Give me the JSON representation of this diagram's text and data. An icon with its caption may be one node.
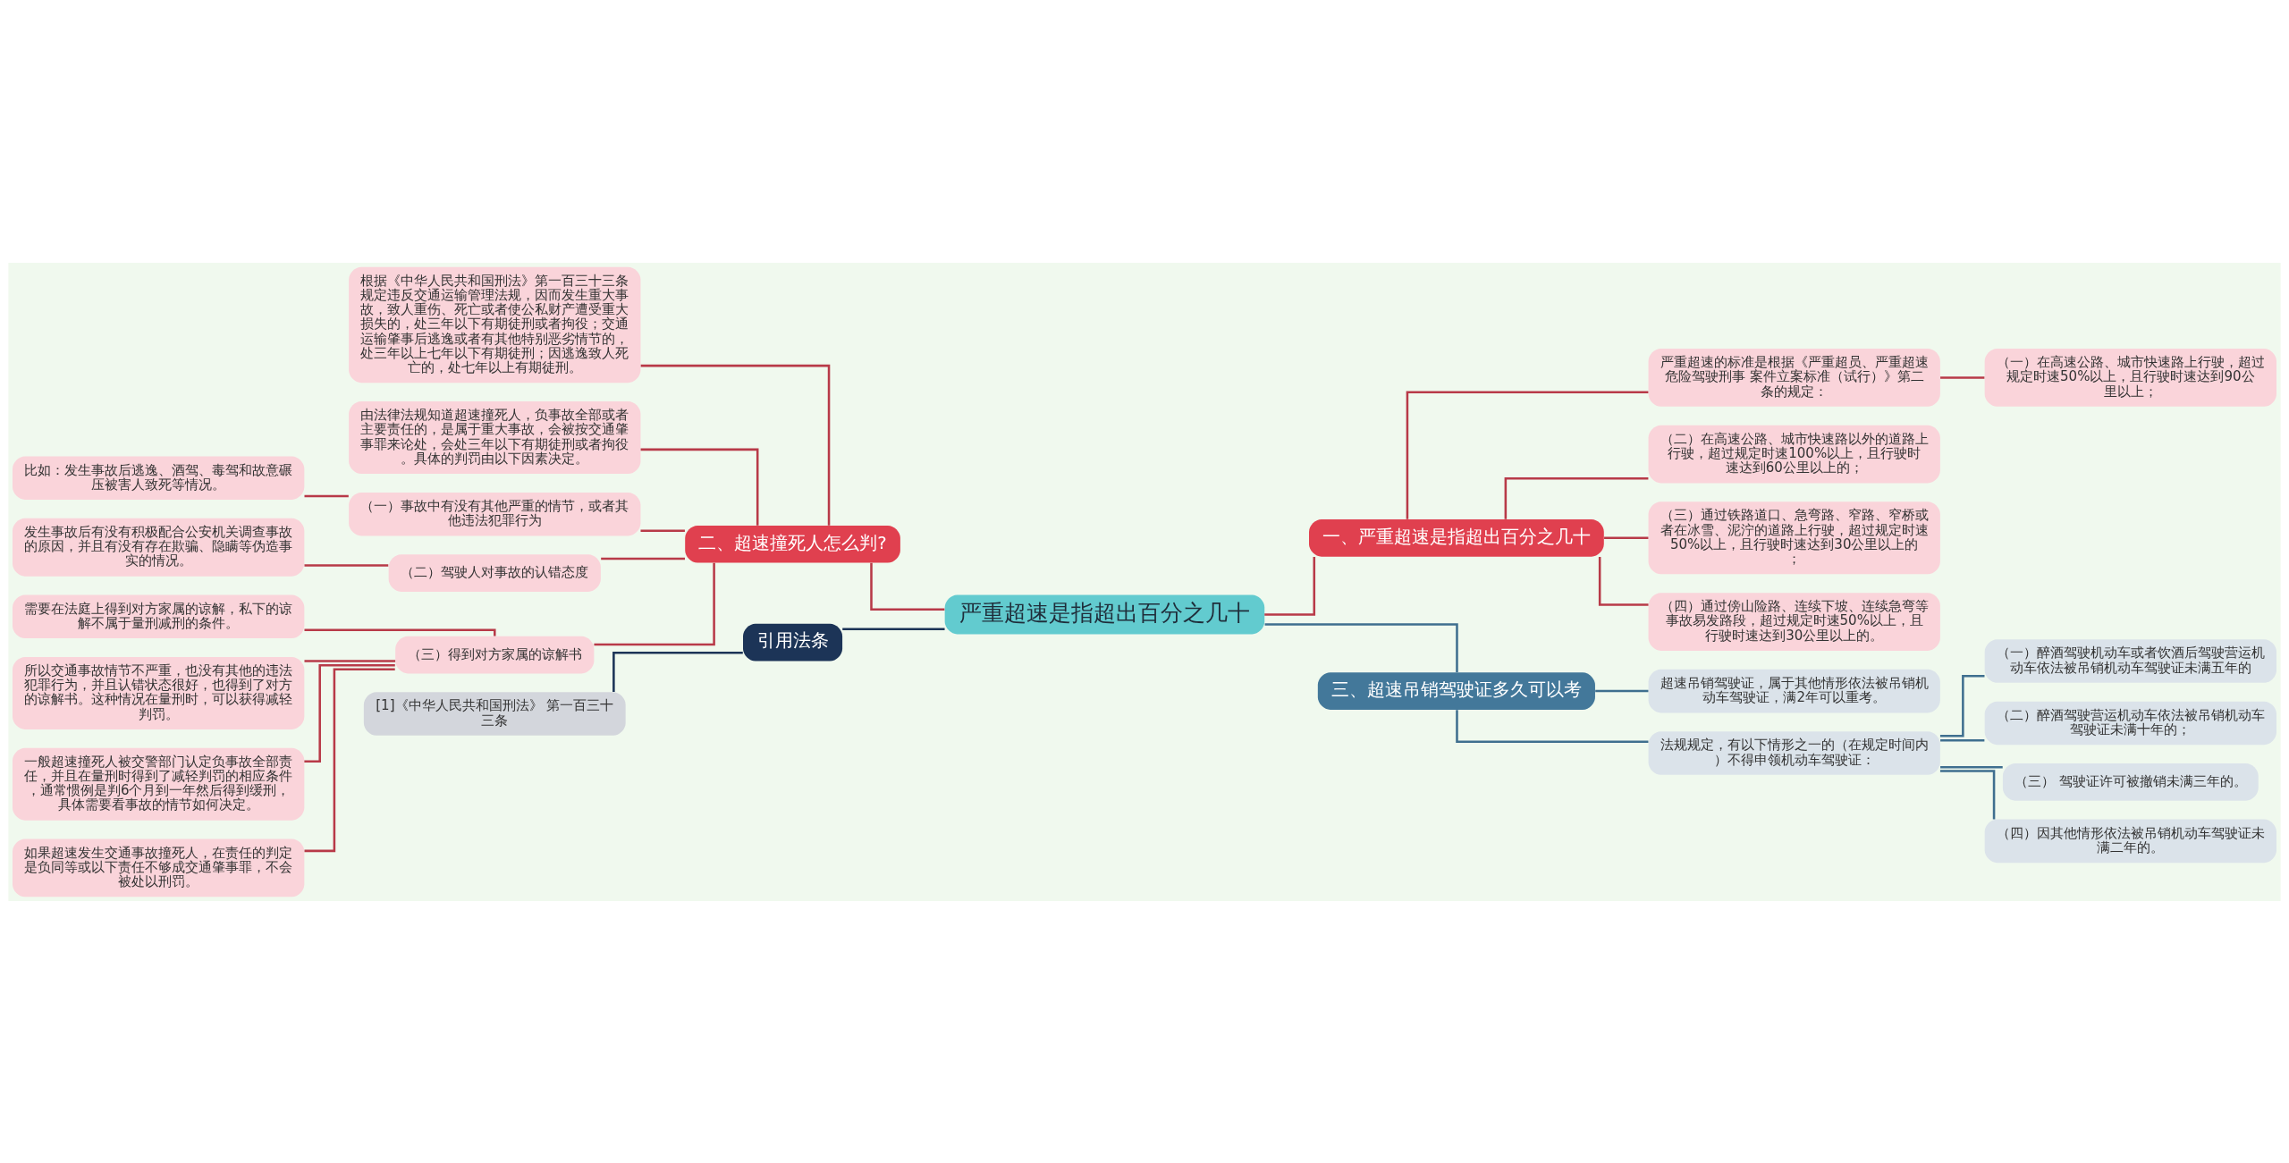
{
  "diagram": {
    "nodes": [
      {
        "text": [
          "严重超速是指超出百分之几十"
        ]
      },
      {
        "text": [
          "一、严重超速是指超出百分之几十"
        ]
      },
      {
        "text": [
          "严重超速的标准是根据《严重超员、严重超速危险驾驶刑事 案件立案标准（试行）》第二条的规定："
        ]
      },
      {
        "text": [
          "（一）在高速公路、城市快速路上行驶，超过规定时速50%以上，且行驶时速达到90公里以上；"
        ]
      },
      {
        "text": [
          "（二）在高速公路、城市快速路以外的道路上行驶，超过规定时速100%以上，且行驶时速达到60公里以上的；"
        ]
      },
      {
        "text": [
          "（三）通过铁路道口、急弯路、窄路、窄桥或者在冰雪、泥泞的道路上行驶，超过规定时速50%以上，且行驶时速达到30公里以上的；"
        ]
      },
      {
        "text": [
          "（四）通过傍山险路、连续下坡、连续急弯等事故易发路段，超过规定时速50%以上，且行驶时速达到30公里以上的。"
        ]
      },
      {
        "text": [
          "三、超速吊销驾驶证多久可以考"
        ]
      },
      {
        "text": [
          "超速吊销驾驶证，属于其他情形依法被吊销机动车驾驶证，满2年可以重考。"
        ]
      },
      {
        "text": [
          "法规规定，有以下情形之一的（在规定时间内）不得申领机动车驾驶证："
        ]
      },
      {
        "text": [
          "（一）醉酒驾驶机动车或者饮酒后驾驶营运机动车依法被吊销机动车驾驶证未满五年的"
        ]
      },
      {
        "text": [
          "（二）醉酒驾驶营运机动车依法被吊销机动车驾驶证未满十年的；"
        ]
      },
      {
        "text": [
          "（三） 驾驶证许可被撤销未满三年的。"
        ]
      },
      {
        "text": [
          "（四）因其他情形依法被吊销机动车驾驶证未满二年的。"
        ]
      },
      {
        "text": [
          "二、超速撞死人怎么判?"
        ]
      },
      {
        "text": [
          "根据《中华人民共和国刑法》第一百三十三条规定违反交通运输管理法规，因而发生重大事故，致人重伤、死亡或者使公私财产遭受重大损失的，处三年以下有期徒刑或者拘役；交通运输肇事后逃逸或者有其他特别恶劣情节的，处三年以上七年以下有期徒刑；因逃逸致人死亡的，处七年以上有期徒刑。"
        ]
      },
      {
        "text": [
          "由法律法规知道超速撞死人，负事故全部或者主要责任的，是属于重大事故，会被按交通肇事罪来论处，会处三年以下有期徒刑或者拘役。具体的判罚由以下因素决定。"
        ]
      },
      {
        "text": [
          "（一）事故中有没有其他严重的情节，或者其他违法犯罪行为"
        ]
      },
      {
        "text": [
          "比如：发生事故后逃逸、酒驾、毒驾和故意碾压被害人致死等情况。"
        ]
      },
      {
        "text": [
          "（二）驾驶人对事故的认错态度"
        ]
      },
      {
        "text": [
          "发生事故后有没有积极配合公安机关调查事故的原因，并且有没有存在欺骗、隐瞒等伪造事实的情况。"
        ]
      },
      {
        "text": [
          "（三）得到对方家属的谅解书"
        ]
      },
      {
        "text": [
          "需要在法庭上得到对方家属的谅解，私下的谅解不属于量刑减刑的条件。"
        ]
      },
      {
        "text": [
          "所以交通事故情节不严重，也没有其他的违法犯罪行为，并且认错状态很好，也得到了对方的谅解书。这种情况在量刑时，可以获得减轻判罚。"
        ]
      },
      {
        "text": [
          "一般超速撞死人被交警部门认定负事故全部责任，并且在量刑时得到了减轻判罚的相应条件，通常惯例是判6个月到一年然后得到缓刑，具体需要看事故的情节如何决定。"
        ]
      },
      {
        "text": [
          "如果超速发生交通事故撞死人，在责任的判定是负同等或以下责任不够成交通肇事罪，不会被处以刑罚。"
        ]
      },
      {
        "text": [
          "引用法条"
        ]
      },
      {
        "text": [
          "[1]《中华人民共和国刑法》 第一百三十三条"
        ]
      }
    ],
    "edges": [
      {
        "from": 0,
        "to": 1,
        "arrow": "none"
      },
      {
        "from": 1,
        "to": 2,
        "arrow": "none"
      },
      {
        "from": 2,
        "to": 3,
        "arrow": "none"
      },
      {
        "from": 1,
        "to": 4,
        "arrow": "none"
      },
      {
        "from": 1,
        "to": 5,
        "arrow": "none"
      },
      {
        "from": 1,
        "to": 6,
        "arrow": "none"
      },
      {
        "from": 0,
        "to": 7,
        "arrow": "none",
        "color": "#3f6f8f"
      },
      {
        "from": 7,
        "to": 8,
        "arrow": "none",
        "color": "#3f6f8f"
      },
      {
        "from": 7,
        "to": 9,
        "arrow": "none",
        "color": "#3f6f8f"
      },
      {
        "from": 9,
        "to": 10,
        "arrow": "none",
        "color": "#3f6f8f"
      },
      {
        "from": 9,
        "to": 11,
        "arrow": "none",
        "color": "#3f6f8f"
      },
      {
        "from": 9,
        "to": 12,
        "arrow": "none",
        "color": "#3f6f8f"
      },
      {
        "from": 9,
        "to": 13,
        "arrow": "none",
        "color": "#3f6f8f"
      },
      {
        "from": 0,
        "to": 14,
        "arrow": "none"
      },
      {
        "from": 14,
        "to": 15,
        "arrow": "none"
      },
      {
        "from": 14,
        "to": 16,
        "arrow": "none"
      },
      {
        "from": 14,
        "to": 17,
        "arrow": "none"
      },
      {
        "from": 17,
        "to": 18,
        "arrow": "none"
      },
      {
        "from": 14,
        "to": 19,
        "arrow": "none"
      },
      {
        "from": 19,
        "to": 20,
        "arrow": "none"
      },
      {
        "from": 14,
        "to": 21,
        "arrow": "none"
      },
      {
        "from": 21,
        "to": 22,
        "arrow": "none"
      },
      {
        "from": 21,
        "to": 23,
        "arrow": "none"
      },
      {
        "from": 21,
        "to": 24,
        "arrow": "none"
      },
      {
        "from": 21,
        "to": 25,
        "arrow": "none"
      },
      {
        "from": 0,
        "to": 26,
        "arrow": "none",
        "color": "#1c3457"
      },
      {
        "from": 26,
        "to": 27,
        "arrow": "none",
        "color": "#1c3457"
      }
    ]
  }
}
